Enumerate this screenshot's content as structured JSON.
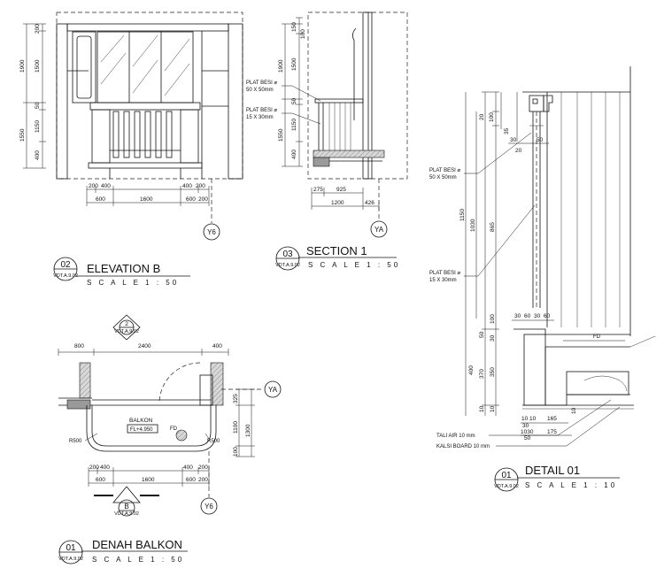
{
  "drawings": {
    "elevation_b": {
      "number": "02",
      "title": "ELEVATION B",
      "sheet_ref": "VDT.A.9.02",
      "scale": "S C A L E     1  :  50",
      "dims_left": [
        "200",
        "1500",
        "1900",
        "50",
        "1150",
        "1550",
        "400"
      ],
      "dims_bottom_row1": [
        "200",
        "400",
        "400",
        "200"
      ],
      "dims_bottom_row2": [
        "600",
        "1600",
        "600",
        "200"
      ],
      "grid": "Y6"
    },
    "section_1": {
      "number": "03",
      "title": "SECTION 1",
      "sheet_ref": "VDT.A.9.02",
      "scale": "S C A L E     1  :  50",
      "dims_left": [
        "150",
        "100",
        "1500",
        "1900",
        "50",
        "1150",
        "1550",
        "400"
      ],
      "dims_bottom_row1": [
        "275",
        "925"
      ],
      "dims_bottom_row2": [
        "1200",
        "426"
      ],
      "note_1_line1": "PLAT BESI ⌀",
      "note_1_line2": "50 X 50mm",
      "note_2_line1": "PLAT BESI ⌀",
      "note_2_line2": "15 X 30mm",
      "grid": "YA"
    },
    "detail_01": {
      "number": "01",
      "title": "DETAIL 01",
      "sheet_ref": "VDT.A.9.02",
      "scale": "S C A L E     1  :  10",
      "dims_top": [
        "20",
        "100",
        "35",
        "30",
        "20",
        "50"
      ],
      "dims_left": [
        "1150",
        "1030",
        "865",
        "100",
        "50",
        "30",
        "400",
        "370",
        "350",
        "10",
        "10"
      ],
      "dims_mid": [
        "30",
        "60",
        "30",
        "60"
      ],
      "dims_bottom": [
        "10",
        "10",
        "165",
        "30",
        "1030",
        "50",
        "175",
        "10"
      ],
      "note_1_line1": "PLAT BESI ⌀",
      "note_1_line2": "50 X 50mm",
      "note_2_line1": "PLAT BESI ⌀",
      "note_2_line2": "15 X 30mm",
      "note_3": "TALI AIR 10 mm",
      "note_4": "KALSI BOARD 10 mm",
      "fd": "FD"
    },
    "denah_balkon": {
      "number": "01",
      "title": "DENAH BALKON",
      "sheet_ref": "VDT.A.9.02",
      "scale": "S C A L E     1  :  50",
      "dims_top": [
        "800",
        "2400",
        "400"
      ],
      "dims_right": [
        "325",
        "1100",
        "1300",
        "100"
      ],
      "dims_bottom_row1": [
        "200",
        "400",
        "400",
        "200"
      ],
      "dims_bottom_row2": [
        "600",
        "1600",
        "600",
        "200"
      ],
      "radius_left": "R500",
      "radius_right": "R500",
      "room_label": "BALKON",
      "floor_level": "FL+4.950",
      "fd": "FD",
      "grid_ya": "YA",
      "grid_y6": "Y6",
      "marker_top_number": "2",
      "marker_top_ref": "VDT.A.9.02",
      "marker_bottom_letter": "B",
      "marker_bottom_ref": "VDT.A.9.02"
    }
  }
}
